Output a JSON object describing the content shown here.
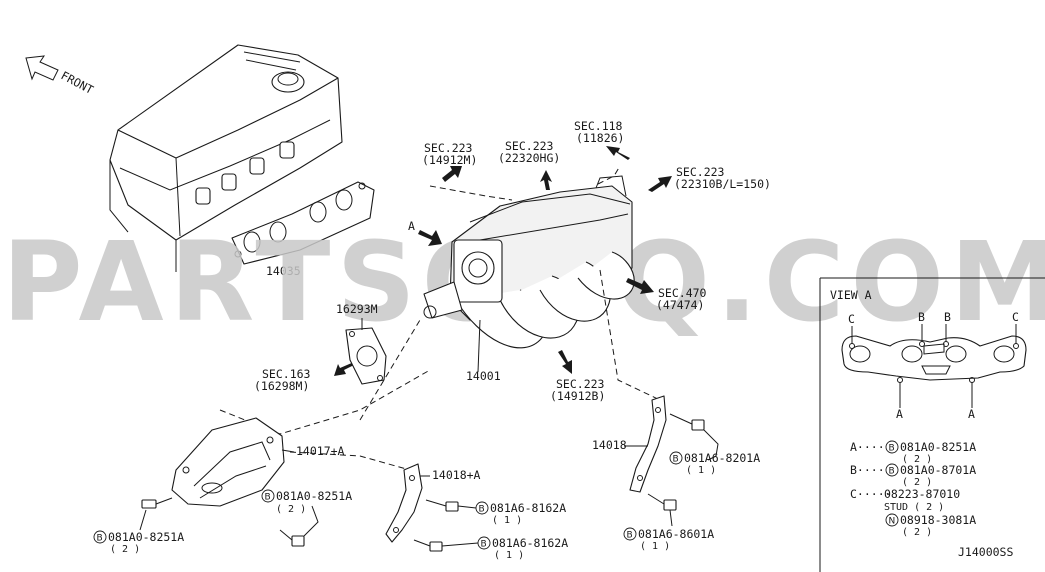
{
  "front_label": "FRONT",
  "watermark": "PARTSOUQ.COM",
  "sec_refs": [
    {
      "id": "sec223a",
      "line1": "SEC.223",
      "line2": "(14912M)"
    },
    {
      "id": "sec223b",
      "line1": "SEC.223",
      "line2": "(22320HG)"
    },
    {
      "id": "sec118",
      "line1": "SEC.118",
      "line2": "(11826)"
    },
    {
      "id": "sec223c",
      "line1": "SEC.223",
      "line2": "(22310B/L=150)"
    },
    {
      "id": "sec470",
      "line1": "SEC.470",
      "line2": "(47474)"
    },
    {
      "id": "sec163",
      "line1": "SEC.163",
      "line2": "(16298M)"
    },
    {
      "id": "sec223d",
      "line1": "SEC.223",
      "line2": "(14912B)"
    }
  ],
  "part_numbers": {
    "p14035": "14035",
    "p16293m": "16293M",
    "p14001": "14001",
    "p14017a": "14017+A",
    "p14018a": "14018+A",
    "p14018": "14018"
  },
  "view_marker": "A",
  "bolts": [
    {
      "id": "b1",
      "circle": "B",
      "code": "081A0-8251A",
      "qty": "( 2 )"
    },
    {
      "id": "b2",
      "circle": "B",
      "code": "081A0-8251A",
      "qty": "( 2 )"
    },
    {
      "id": "b3",
      "circle": "B",
      "code": "081A6-8162A",
      "qty": "( 1 )"
    },
    {
      "id": "b4",
      "circle": "B",
      "code": "081A6-8162A",
      "qty": "( 1 )"
    },
    {
      "id": "b5",
      "circle": "B",
      "code": "081A6-8201A",
      "qty": "( 1 )"
    },
    {
      "id": "b6",
      "circle": "B",
      "code": "081A6-8601A",
      "qty": "( 1 )"
    }
  ],
  "view_a": {
    "title": "VIEW A",
    "markers": [
      "C",
      "B",
      "B",
      "C",
      "A",
      "A"
    ],
    "legend": [
      {
        "key": "A",
        "dots": "A·····",
        "circle": "B",
        "code": "081A0-8251A",
        "qty": "( 2 )"
      },
      {
        "key": "B",
        "dots": "B·····",
        "circle": "B",
        "code": "081A0-8701A",
        "qty": "( 2 )"
      },
      {
        "key": "C",
        "dots": "C·····",
        "code": "08223-87010",
        "sub1": "STUD ( 2 )",
        "circle2": "N",
        "code2": "08918-3081A",
        "qty2": "( 2 )"
      }
    ]
  },
  "diagram_code": "J14000SS"
}
